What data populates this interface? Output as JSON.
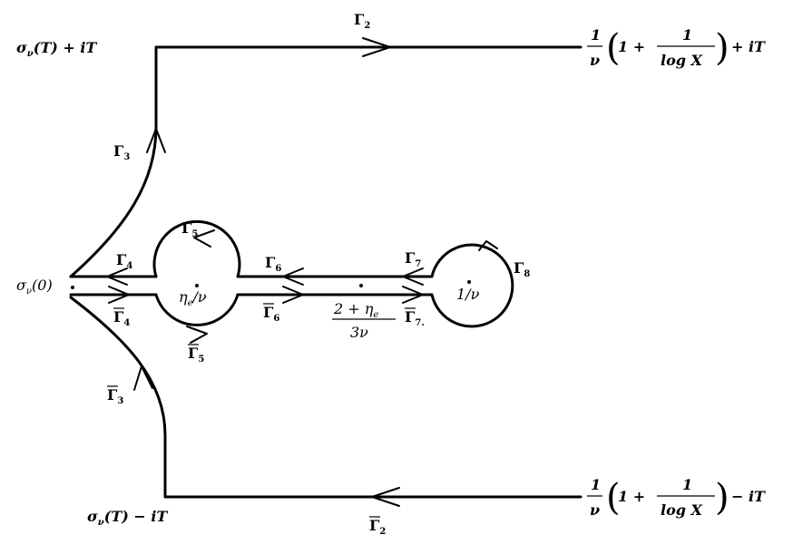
{
  "labels": {
    "gamma2": "Γ",
    "gamma2_sub": "2",
    "gamma2bar": "Γ",
    "gamma2bar_sub": "2",
    "gamma3": "Γ",
    "gamma3_sub": "3",
    "gamma3bar": "Γ",
    "gamma3bar_sub": "3",
    "gamma4": "Γ",
    "gamma4_sub": "4",
    "gamma4bar": "Γ",
    "gamma4bar_sub": "4",
    "gamma5": "Γ",
    "gamma5_sub": "5",
    "gamma5bar": "Γ",
    "gamma5bar_sub": "5",
    "gamma6": "Γ",
    "gamma6_sub": "6",
    "gamma6bar": "Γ",
    "gamma6bar_sub": "6",
    "gamma7": "Γ",
    "gamma7_sub": "7",
    "gamma7bar": "Γ",
    "gamma7bar_sub": "7.",
    "gamma8": "Γ",
    "gamma8_sub": "8"
  },
  "points": {
    "sigma_T_plus": "σ",
    "sigma_T_plus_sub": "ν",
    "sigma_T_plus_rest": "(T) + iT",
    "sigma_T_minus": "σ",
    "sigma_T_minus_sub": "ν",
    "sigma_T_minus_rest": "(T) − iT",
    "sigma_0": "σ",
    "sigma_0_sub": "ν",
    "sigma_0_rest": "(0)",
    "eta": "η",
    "eta_sub": "e",
    "eta_rest": "/ν",
    "mid_num": "2 + η",
    "mid_num_sub": "e",
    "mid_den": "3ν",
    "inv_nu": "1/ν"
  },
  "endpoints": {
    "top": {
      "one": "1",
      "nu": "ν",
      "open": "(",
      "one_plus": "1 +",
      "inner_one": "1",
      "log": "log X",
      "close": ")",
      "tail": "+ iT"
    },
    "bottom": {
      "one": "1",
      "nu": "ν",
      "open": "(",
      "one_plus": "1 +",
      "inner_one": "1",
      "log": "log X",
      "close": ")",
      "tail": "− iT"
    }
  }
}
